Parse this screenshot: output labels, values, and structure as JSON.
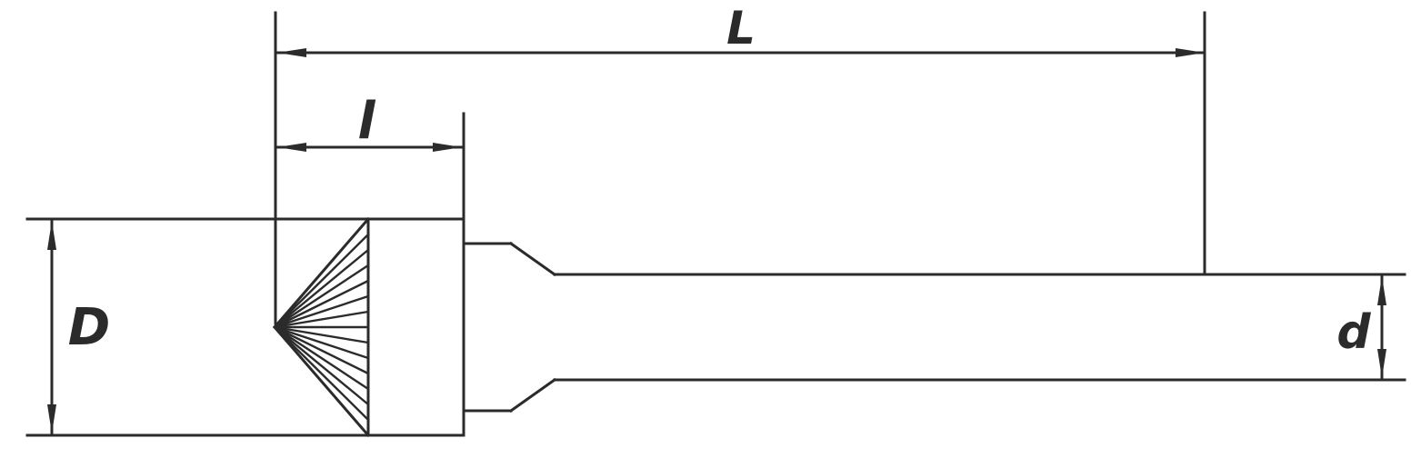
{
  "drawing": {
    "type": "technical-dimension-drawing",
    "subject": "countersink-burr-tool-side-view",
    "labels": {
      "overall_length": "L",
      "cut_length": "l",
      "head_diameter": "D",
      "shank_diameter": "d"
    },
    "colors": {
      "ink": "#2b2b2b",
      "background": "#ffffff"
    }
  }
}
